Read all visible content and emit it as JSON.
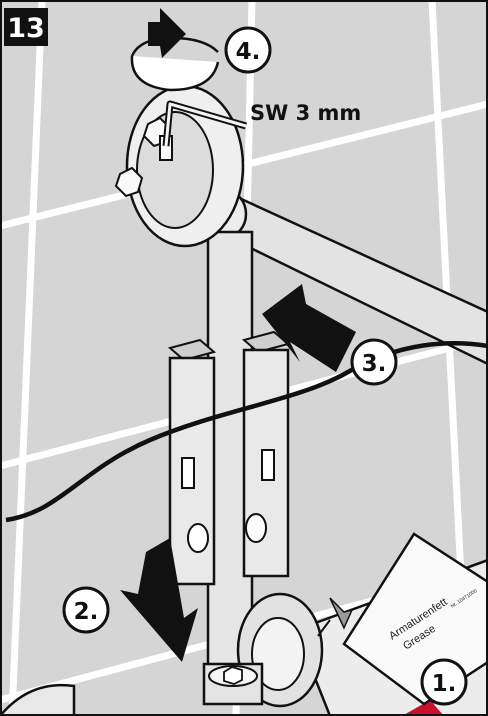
{
  "figure_number": "13",
  "wrench_size_label": "SW 3 mm",
  "steps": [
    "1.",
    "2.",
    "3.",
    "4."
  ],
  "tube": {
    "line1": "Armaturenfett",
    "line2": "Grease",
    "small_code": "Nr. 10471000"
  },
  "colors": {
    "tile": "#d5d5d5",
    "grout": "#ffffff",
    "ink": "#111111",
    "accent": "#c8102e",
    "figure_badge": "#111111"
  }
}
